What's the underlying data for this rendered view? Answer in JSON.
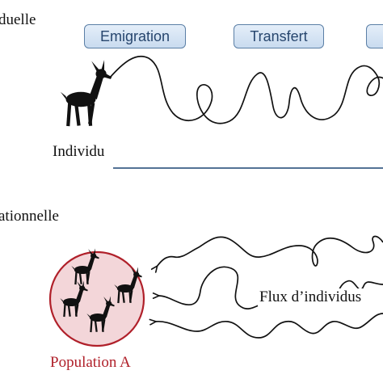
{
  "individual_section": {
    "title": "duelle",
    "label": "Individu",
    "phases": [
      "Emigration",
      "Transfert",
      ""
    ]
  },
  "population_section": {
    "title": "ationnelle",
    "population_label": "Population A",
    "flux_label": "Flux d’individus"
  },
  "colors": {
    "phase_border": "#5b7fa6",
    "phase_fill": "#d7e5f4",
    "phase_text": "#27466e",
    "population_border": "#b0202a",
    "population_fill": "#f3d6d9",
    "timeline": "#3b5f86",
    "ink": "#111111"
  }
}
